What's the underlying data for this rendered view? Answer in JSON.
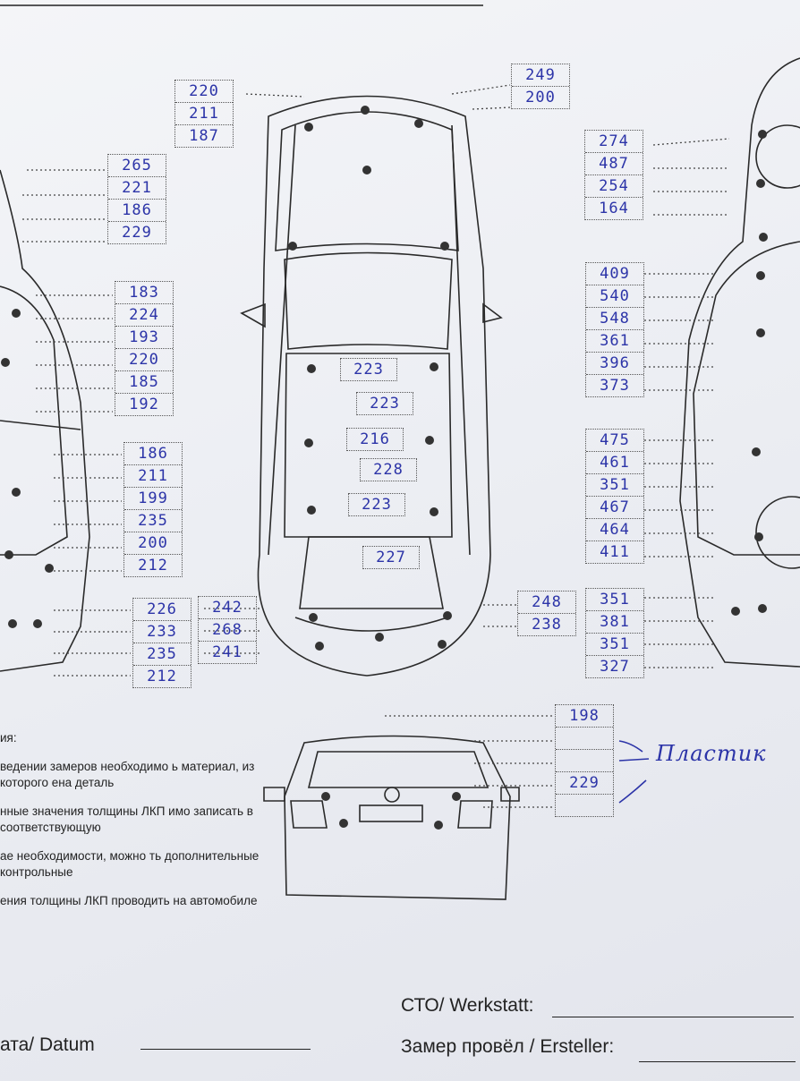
{
  "measurement_sheet": {
    "top_bonnet_boxes": [
      {
        "id": "hood-left",
        "values": [
          "220",
          "211",
          "187"
        ]
      },
      {
        "id": "hood-right",
        "values": [
          "249",
          "200"
        ]
      }
    ],
    "left_side_boxes": [
      {
        "id": "left-front-fender",
        "values": [
          "265",
          "221",
          "186",
          "229"
        ]
      },
      {
        "id": "left-front-door",
        "values": [
          "183",
          "224",
          "193",
          "220",
          "185",
          "192"
        ]
      },
      {
        "id": "left-rear-door",
        "values": [
          "186",
          "211",
          "199",
          "235",
          "200",
          "212"
        ]
      },
      {
        "id": "left-rear-quarter",
        "values": [
          "226",
          "233",
          "235",
          "212"
        ]
      },
      {
        "id": "trunk-lid-left",
        "values": [
          "242",
          "268",
          "241"
        ]
      }
    ],
    "right_side_boxes": [
      {
        "id": "right-front-fender",
        "values": [
          "274",
          "487",
          "254",
          "164"
        ]
      },
      {
        "id": "right-front-door",
        "values": [
          "409",
          "540",
          "548",
          "361",
          "396",
          "373"
        ]
      },
      {
        "id": "right-rear-door",
        "values": [
          "475",
          "461",
          "351",
          "467",
          "464",
          "411"
        ]
      },
      {
        "id": "right-rear-quarter",
        "values": [
          "351",
          "381",
          "351",
          "327"
        ]
      },
      {
        "id": "trunk-lid-right",
        "values": [
          "248",
          "238"
        ]
      }
    ],
    "roof_values": [
      "223",
      "223",
      "216",
      "228",
      "223",
      "227"
    ],
    "rear_bumper_box": {
      "values": [
        "198",
        "",
        "",
        "229",
        ""
      ]
    },
    "annotation": "Пластик"
  },
  "notes": {
    "heading": "ия:",
    "p1": "ведении замеров необходимо ь материал, из которого ена деталь",
    "p2": "нные значения толщины ЛКП имо записать в соответствующую",
    "p3": "ае необходимости, можно ть  дополнительные контрольные",
    "p4": "ения толщины ЛКП проводить  на  автомобиле"
  },
  "footer": {
    "workshop_label": "СТО/ Werkstatt:",
    "date_label": "ата/ Datum",
    "inspector_label": "Замер провёл / Ersteller:"
  }
}
